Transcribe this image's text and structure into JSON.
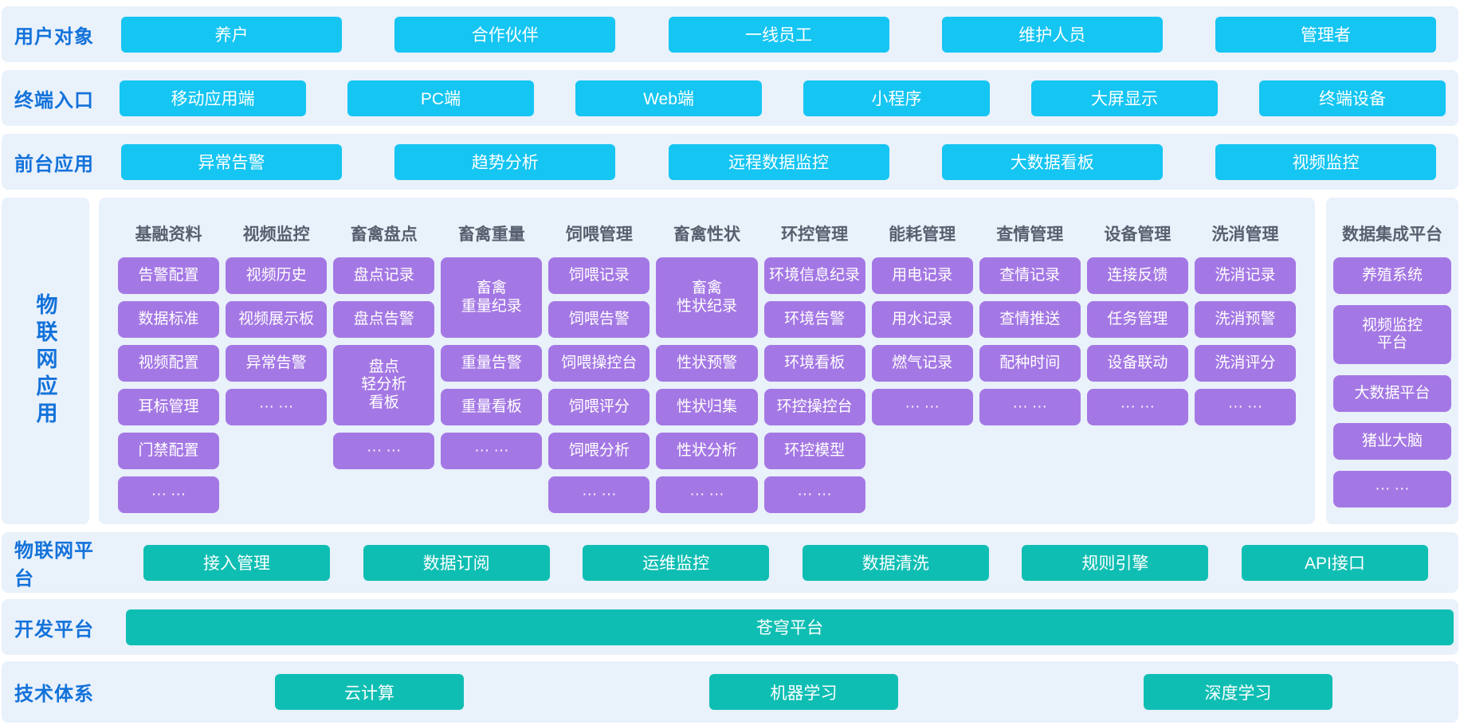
{
  "colors": {
    "band_background": "#E9F1FB",
    "label_blue": "#1372DA",
    "cyan_button": "#15C5F2",
    "teal_button": "#0FBEB3",
    "purple_cell": "#A478E4",
    "column_header_gray": "#57606E"
  },
  "bands": {
    "users": {
      "label": "用户对象",
      "items": [
        "养户",
        "合作伙伴",
        "一线员工",
        "维护人员",
        "管理者"
      ]
    },
    "terminals": {
      "label": "终端入口",
      "items": [
        "移动应用端",
        "PC端",
        "Web端",
        "小程序",
        "大屏显示",
        "终端设备"
      ]
    },
    "frontend_apps": {
      "label": "前台应用",
      "items": [
        "异常告警",
        "趋势分析",
        "远程数据监控",
        "大数据看板",
        "视频监控"
      ]
    },
    "iot_platform": {
      "label": "物联网平台",
      "items": [
        "接入管理",
        "数据订阅",
        "运维监控",
        "数据清洗",
        "规则引擎",
        "API接口"
      ]
    },
    "dev_platform": {
      "label": "开发平台",
      "items": [
        "苍穹平台"
      ]
    },
    "tech_system": {
      "label": "技术体系",
      "items": [
        "云计算",
        "机器学习",
        "深度学习"
      ]
    }
  },
  "iot_apps": {
    "label": "物联网应用",
    "columns": [
      {
        "header": "基融资料",
        "cells": [
          {
            "text": "告警配置"
          },
          {
            "text": "数据标准"
          },
          {
            "text": "视频配置"
          },
          {
            "text": "耳标管理"
          },
          {
            "text": "门禁配置"
          },
          {
            "text": "··· ···"
          }
        ]
      },
      {
        "header": "视频监控",
        "cells": [
          {
            "text": "视频历史"
          },
          {
            "text": "视频展示板"
          },
          {
            "text": "异常告警"
          },
          {
            "text": "··· ···"
          }
        ]
      },
      {
        "header": "畜禽盘点",
        "cells": [
          {
            "text": "盘点记录"
          },
          {
            "text": "盘点告警"
          },
          {
            "text": "盘点\n轻分析\n看板",
            "span": 2
          },
          {
            "text": "··· ···"
          }
        ]
      },
      {
        "header": "畜禽重量",
        "cells": [
          {
            "text": "畜禽\n重量纪录",
            "span": 2
          },
          {
            "text": "重量告警"
          },
          {
            "text": "重量看板"
          },
          {
            "text": "··· ···"
          }
        ]
      },
      {
        "header": "饲喂管理",
        "cells": [
          {
            "text": "饲喂记录"
          },
          {
            "text": "饲喂告警"
          },
          {
            "text": "饲喂操控台"
          },
          {
            "text": "饲喂评分"
          },
          {
            "text": "饲喂分析"
          },
          {
            "text": "··· ···"
          }
        ]
      },
      {
        "header": "畜禽性状",
        "cells": [
          {
            "text": "畜禽\n性状纪录",
            "span": 2
          },
          {
            "text": "性状预警"
          },
          {
            "text": "性状归集"
          },
          {
            "text": "性状分析"
          },
          {
            "text": "··· ···"
          }
        ]
      },
      {
        "header": "环控管理",
        "cells": [
          {
            "text": "环境信息纪录"
          },
          {
            "text": "环境告警"
          },
          {
            "text": "环境看板"
          },
          {
            "text": "环控操控台"
          },
          {
            "text": "环控模型"
          },
          {
            "text": "··· ···"
          }
        ]
      },
      {
        "header": "能耗管理",
        "cells": [
          {
            "text": "用电记录"
          },
          {
            "text": "用水记录"
          },
          {
            "text": "燃气记录"
          },
          {
            "text": "··· ···"
          }
        ]
      },
      {
        "header": "查情管理",
        "cells": [
          {
            "text": "查情记录"
          },
          {
            "text": "查情推送"
          },
          {
            "text": "配种时间"
          },
          {
            "text": "··· ···"
          }
        ]
      },
      {
        "header": "设备管理",
        "cells": [
          {
            "text": "连接反馈"
          },
          {
            "text": "任务管理"
          },
          {
            "text": "设备联动"
          },
          {
            "text": "··· ···"
          }
        ]
      },
      {
        "header": "洗消管理",
        "cells": [
          {
            "text": "洗消记录"
          },
          {
            "text": "洗消预警"
          },
          {
            "text": "洗消评分"
          },
          {
            "text": "··· ···"
          }
        ]
      }
    ],
    "integration": {
      "header": "数据集成平台",
      "cells": [
        {
          "text": "养殖系统"
        },
        {
          "text": "视频监控\n平台",
          "tall": true
        },
        {
          "text": "大数据平台"
        },
        {
          "text": "猪业大脑"
        },
        {
          "text": "··· ···"
        }
      ]
    }
  }
}
